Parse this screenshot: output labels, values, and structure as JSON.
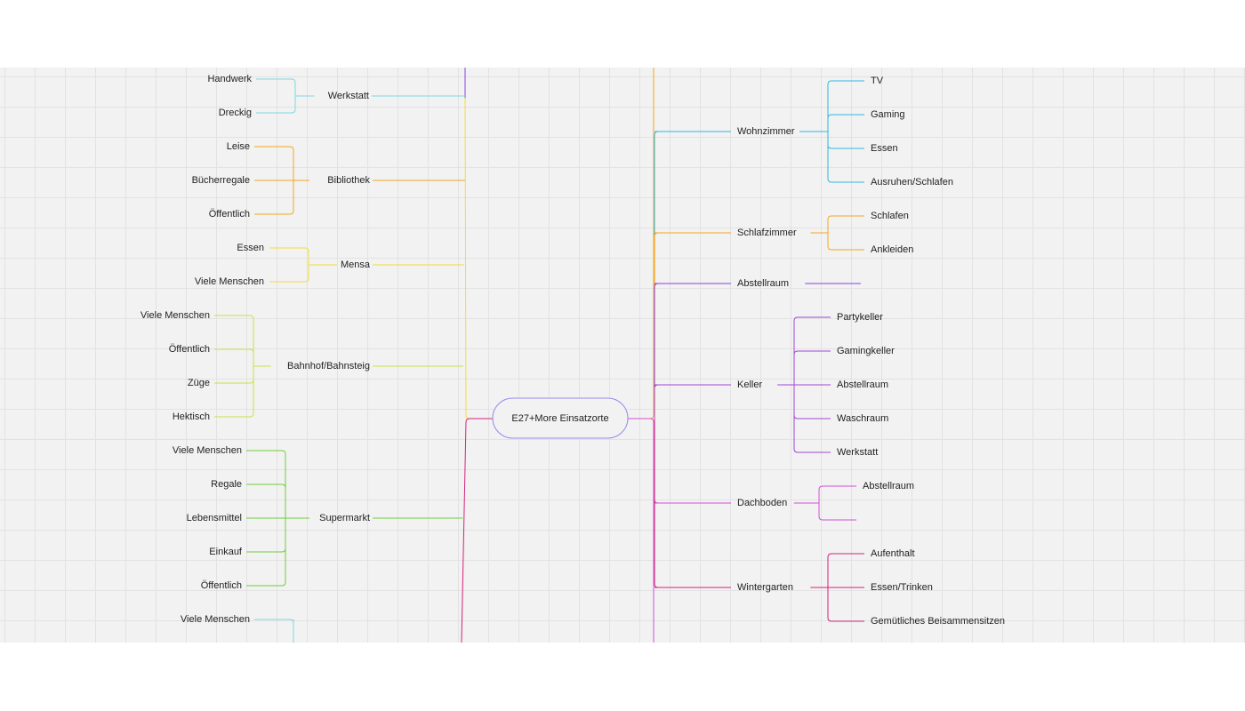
{
  "center": {
    "label": "E27+More Einsatzorte",
    "color": "#9b8cf0"
  },
  "left": [
    {
      "label": "Werkstatt",
      "color": "#7fd8e0",
      "children": [
        "Handwerk",
        "Dreckig"
      ]
    },
    {
      "label": "Bibliothek",
      "color": "#f5a623",
      "children": [
        "Leise",
        "Bücherregale",
        "Öffentlich"
      ]
    },
    {
      "label": "Mensa",
      "color": "#f3dc3a",
      "children": [
        "Essen",
        "Viele Menschen"
      ]
    },
    {
      "label": "Bahnhof/Bahnsteig",
      "color": "#c8e34a",
      "children": [
        "Viele Menschen",
        "Öffentlich",
        "Züge",
        "Hektisch"
      ]
    },
    {
      "label": "Supermarkt",
      "color": "#6ccf3b",
      "children": [
        "Viele Menschen",
        "Regale",
        "Lebensmittel",
        "Einkauf",
        "Öffentlich"
      ]
    },
    {
      "label": "",
      "color": "#7fd8e0",
      "children": [
        "Viele Menschen"
      ]
    }
  ],
  "right": [
    {
      "label": "Wohnzimmer",
      "color": "#2fb8e0",
      "children": [
        "TV",
        "Gaming",
        "Essen",
        "Ausruhen/Schlafen"
      ]
    },
    {
      "label": "Schlafzimmer",
      "color": "#f5a623",
      "children": [
        "Schlafen",
        "Ankleiden"
      ]
    },
    {
      "label": "Abstellraum",
      "color": "#8a3fe0",
      "children": []
    },
    {
      "label": "Keller",
      "color": "#a347d6",
      "children": [
        "Partykeller",
        "Gamingkeller",
        "Abstellraum",
        "Waschraum",
        "Werkstatt"
      ]
    },
    {
      "label": "Dachboden",
      "color": "#d44fd4",
      "children": [
        "Abstellraum",
        ""
      ]
    },
    {
      "label": "Wintergarten",
      "color": "#d4217a",
      "children": [
        "Aufenthalt",
        "Essen/Trinken",
        "Gemütliches Beisammensitzen"
      ]
    }
  ]
}
